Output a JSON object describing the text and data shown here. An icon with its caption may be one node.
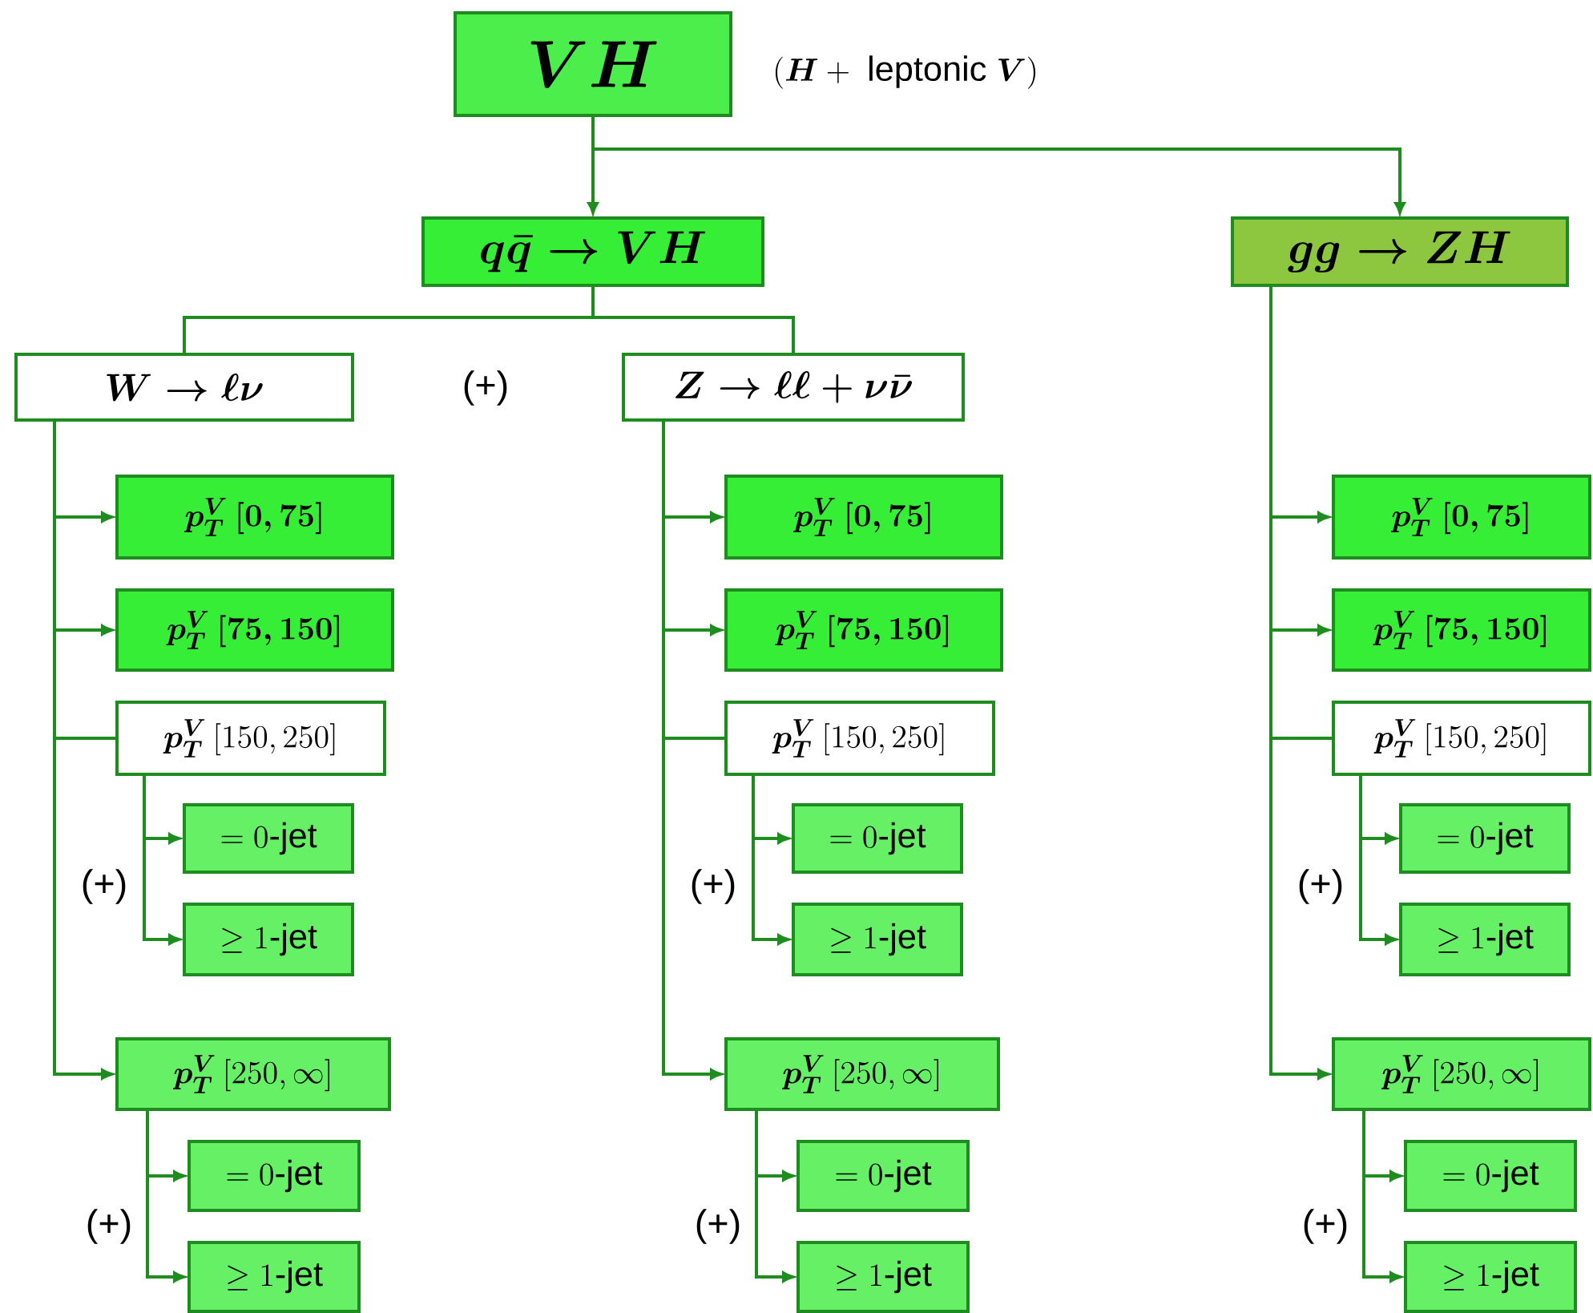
{
  "diagram": {
    "nodes": [
      {
        "text": [
          "\\boldsymbol{VH}"
        ],
        "beside": [
          "(\\boldsymbol{H}+\\text{ leptonic }\\boldsymbol{V})"
        ]
      },
      {
        "text": [
          "\\boldsymbol{q\\bar{q}\\to VH}"
        ]
      },
      {
        "text": [
          "\\boldsymbol{gg\\to ZH}"
        ]
      },
      {
        "text": [
          "\\boldsymbol{W\\to\\ell\\nu}"
        ]
      },
      {
        "text": [
          "\\boldsymbol{Z\\to\\ell\\ell+\\nu\\bar{\\nu}}"
        ]
      },
      {
        "text": [
          "\\boldsymbol{p_T^V\\,[0,75]}"
        ]
      },
      {
        "text": [
          "\\boldsymbol{p_T^V\\,[75,150]}"
        ]
      },
      {
        "text": [
          "\\boldsymbol{p_T^V}\\,[150,250]"
        ]
      },
      {
        "text": [
          "=0\\text{-jet}"
        ]
      },
      {
        "text": [
          "\\geq 1\\text{-jet}"
        ]
      },
      {
        "text": [
          "\\boldsymbol{p_T^V}\\,[250,\\infty]"
        ]
      },
      {
        "text": [
          "=0\\text{-jet}"
        ]
      },
      {
        "text": [
          "\\geq 1\\text{-jet}"
        ]
      },
      {
        "text": [
          "\\boldsymbol{p_T^V\\,[0,75]}"
        ]
      },
      {
        "text": [
          "\\boldsymbol{p_T^V\\,[75,150]}"
        ]
      },
      {
        "text": [
          "\\boldsymbol{p_T^V}\\,[150,250]"
        ]
      },
      {
        "text": [
          "=0\\text{-jet}"
        ]
      },
      {
        "text": [
          "\\geq 1\\text{-jet}"
        ]
      },
      {
        "text": [
          "\\boldsymbol{p_T^V}\\,[250,\\infty]"
        ]
      },
      {
        "text": [
          "=0\\text{-jet}"
        ]
      },
      {
        "text": [
          "\\geq 1\\text{-jet}"
        ]
      },
      {
        "text": [
          "\\boldsymbol{p_T^V\\,[0,75]}"
        ]
      },
      {
        "text": [
          "\\boldsymbol{p_T^V\\,[75,150]}"
        ]
      },
      {
        "text": [
          "\\boldsymbol{p_T^V}\\,[150,250]"
        ]
      },
      {
        "text": [
          "=0\\text{-jet}"
        ]
      },
      {
        "text": [
          "\\geq 1\\text{-jet}"
        ]
      },
      {
        "text": [
          "\\boldsymbol{p_T^V}\\,[250,\\infty]"
        ]
      },
      {
        "text": [
          "=0\\text{-jet}"
        ]
      },
      {
        "text": [
          "\\geq 1\\text{-jet}"
        ]
      }
    ],
    "edges": [
      {
        "from": 0,
        "to": 1,
        "arrow": "to"
      },
      {
        "from": 0,
        "to": 2,
        "arrow": "to"
      },
      {
        "from": 1,
        "to": 3,
        "arrow": "none"
      },
      {
        "from": 1,
        "to": 4,
        "arrow": "none"
      },
      {
        "from": 3,
        "to": 5,
        "arrow": "to"
      },
      {
        "from": 3,
        "to": 6,
        "arrow": "to"
      },
      {
        "from": 3,
        "to": 7,
        "arrow": "none"
      },
      {
        "from": 7,
        "to": 8,
        "arrow": "to"
      },
      {
        "from": 7,
        "to": 9,
        "arrow": "to"
      },
      {
        "from": 3,
        "to": 10,
        "arrow": "to"
      },
      {
        "from": 10,
        "to": 11,
        "arrow": "to"
      },
      {
        "from": 10,
        "to": 12,
        "arrow": "to"
      },
      {
        "from": 4,
        "to": 13,
        "arrow": "to"
      },
      {
        "from": 4,
        "to": 14,
        "arrow": "to"
      },
      {
        "from": 4,
        "to": 15,
        "arrow": "none"
      },
      {
        "from": 15,
        "to": 16,
        "arrow": "to"
      },
      {
        "from": 15,
        "to": 17,
        "arrow": "to"
      },
      {
        "from": 4,
        "to": 18,
        "arrow": "to"
      },
      {
        "from": 18,
        "to": 19,
        "arrow": "to"
      },
      {
        "from": 18,
        "to": 20,
        "arrow": "to"
      },
      {
        "from": 2,
        "to": 21,
        "arrow": "to"
      },
      {
        "from": 2,
        "to": 22,
        "arrow": "to"
      },
      {
        "from": 2,
        "to": 23,
        "arrow": "none"
      },
      {
        "from": 23,
        "to": 24,
        "arrow": "to"
      },
      {
        "from": 23,
        "to": 25,
        "arrow": "to"
      },
      {
        "from": 2,
        "to": 26,
        "arrow": "to"
      },
      {
        "from": 26,
        "to": 27,
        "arrow": "to"
      },
      {
        "from": 26,
        "to": 28,
        "arrow": "to"
      }
    ],
    "labels": [
      "(+)",
      "(+)",
      "(+)",
      "(+)",
      "(+)",
      "(+)",
      "(+)"
    ]
  }
}
